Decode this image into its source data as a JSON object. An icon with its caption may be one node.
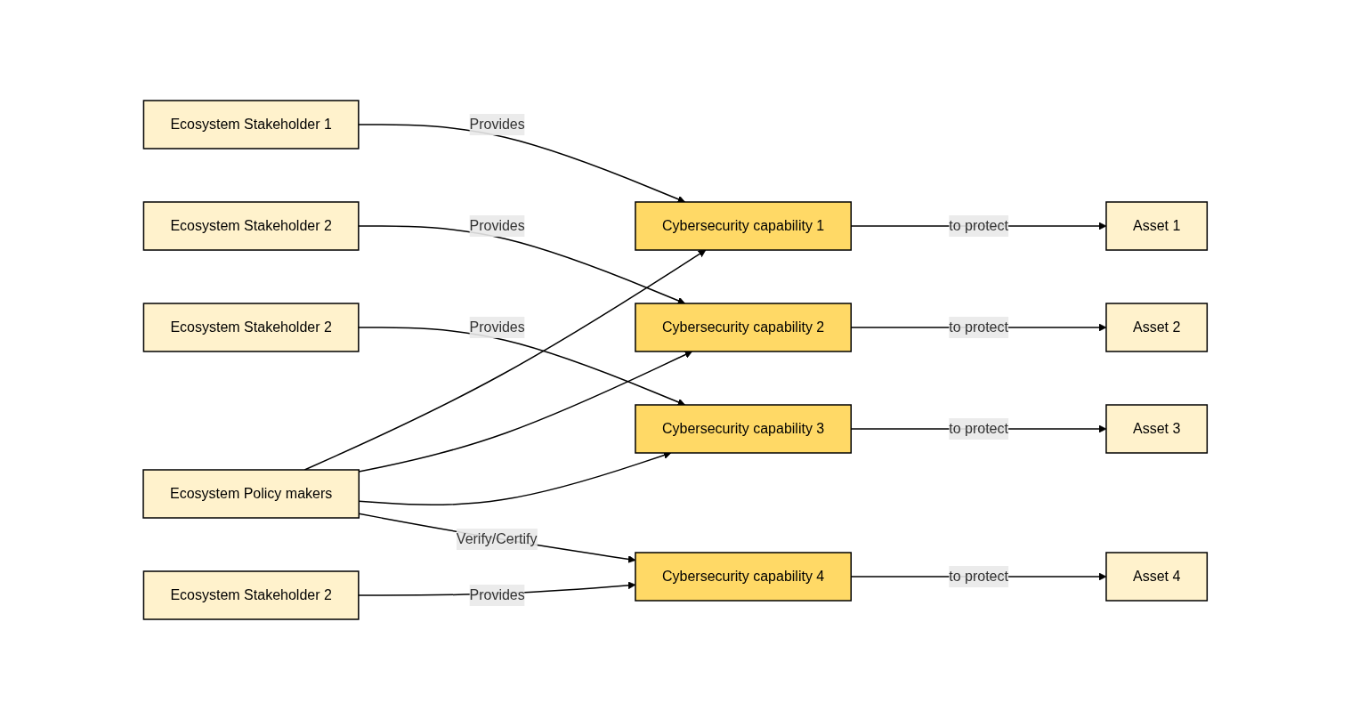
{
  "diagram": {
    "nodes": [
      {
        "text": [
          "Ecosystem Stakeholder 1"
        ]
      },
      {
        "text": [
          "Ecosystem Stakeholder 2"
        ]
      },
      {
        "text": [
          "Ecosystem Stakeholder 2"
        ]
      },
      {
        "text": [
          "Ecosystem Stakeholder 2"
        ]
      },
      {
        "text": [
          "Ecosystem Policy makers"
        ]
      },
      {
        "text": [
          "Cybersecurity capability 1"
        ]
      },
      {
        "text": [
          "Cybersecurity capability 2"
        ]
      },
      {
        "text": [
          "Cybersecurity capability 3"
        ]
      },
      {
        "text": [
          "Cybersecurity capability 4"
        ]
      },
      {
        "text": [
          "Asset 1"
        ]
      },
      {
        "text": [
          "Asset 2"
        ]
      },
      {
        "text": [
          "Asset 3"
        ]
      },
      {
        "text": [
          "Asset 4"
        ]
      }
    ],
    "edges": [
      {
        "from": 0,
        "to": 5,
        "arrow": "to",
        "label": "Provides"
      },
      {
        "from": 1,
        "to": 6,
        "arrow": "to",
        "label": "Provides"
      },
      {
        "from": 2,
        "to": 7,
        "arrow": "to",
        "label": "Provides"
      },
      {
        "from": 3,
        "to": 8,
        "arrow": "to",
        "label": "Provides"
      },
      {
        "from": 5,
        "to": 9,
        "arrow": "to",
        "label": "to protect"
      },
      {
        "from": 6,
        "to": 10,
        "arrow": "to",
        "label": "to protect"
      },
      {
        "from": 7,
        "to": 11,
        "arrow": "to",
        "label": "to protect"
      },
      {
        "from": 8,
        "to": 12,
        "arrow": "to",
        "label": "to protect"
      },
      {
        "from": 4,
        "to": 5,
        "arrow": "to"
      },
      {
        "from": 4,
        "to": 6,
        "arrow": "to"
      },
      {
        "from": 4,
        "to": 7,
        "arrow": "to"
      },
      {
        "from": 4,
        "to": 8,
        "arrow": "to",
        "label": "Verify/Certify"
      }
    ]
  }
}
